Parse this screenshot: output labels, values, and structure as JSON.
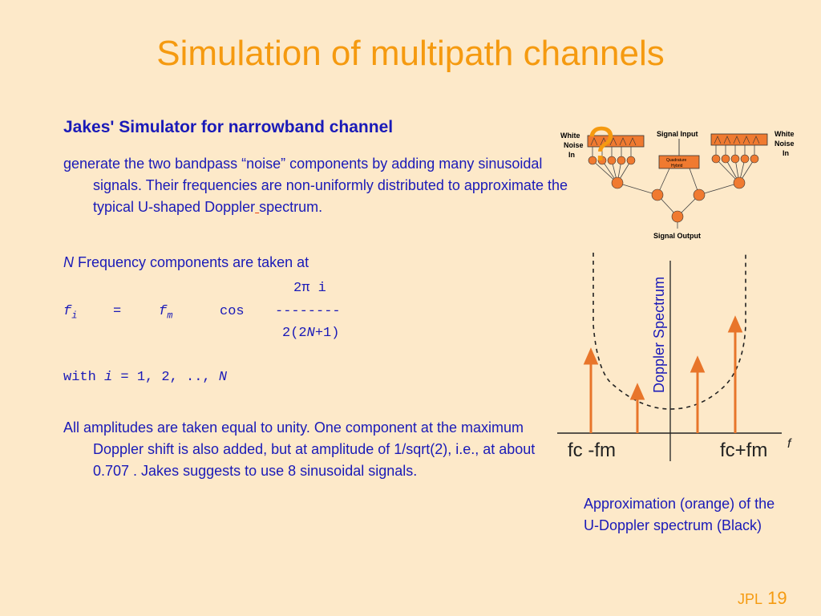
{
  "slide": {
    "title": "Simulation of multipath channels",
    "subtitle": "Jakes' Simulator for narrowband channel",
    "para1_a": "generate the two bandpass “noise” components by adding many sinusoidal signals. Their frequencies are non-uniformly distributed to approximate the typical U-shaped Doppler",
    "para1_b": "spectrum.",
    "para2_italic": "N",
    "para2_rest": " Frequency components are taken at",
    "formula": {
      "num": "2π i",
      "lhs": "f",
      "lhs_sub": "i",
      "equals": "=",
      "fm": "f",
      "fm_sub": "m",
      "cos": "cos",
      "dashes": "--------",
      "den_a": "2(2",
      "den_n": "N",
      "den_b": "+1)",
      "with": "with",
      "i_var": "i",
      "range": " = 1, 2, .., ",
      "n_var": "N"
    },
    "para3": "All amplitudes are taken equal to unity. One component at the maximum Doppler shift is also added, but at amplitude of 1/sqrt(2), i.e., at about 0.707 . Jakes suggests to use 8 sinusoidal signals.",
    "caption": "Approximation (orange) of the U-Doppler spectrum (Black)",
    "footer_label": "JPL",
    "footer_page": "19"
  },
  "diagram": {
    "white_noise_left": [
      "White",
      "Noise",
      "In"
    ],
    "white_noise_right": [
      "White",
      "Noise",
      "In"
    ],
    "signal_input": "Signal Input",
    "quadrature": [
      "Quadrature",
      "Hybrid"
    ],
    "signal_output": "Signal Output",
    "question_mark": "?"
  },
  "spectrum": {
    "axis_label": "Doppler Spectrum",
    "left_label": "fc -fm",
    "right_label": "fc+fm",
    "f_label": "f",
    "colors": {
      "orange": "#e8752a",
      "black": "#222222"
    }
  }
}
